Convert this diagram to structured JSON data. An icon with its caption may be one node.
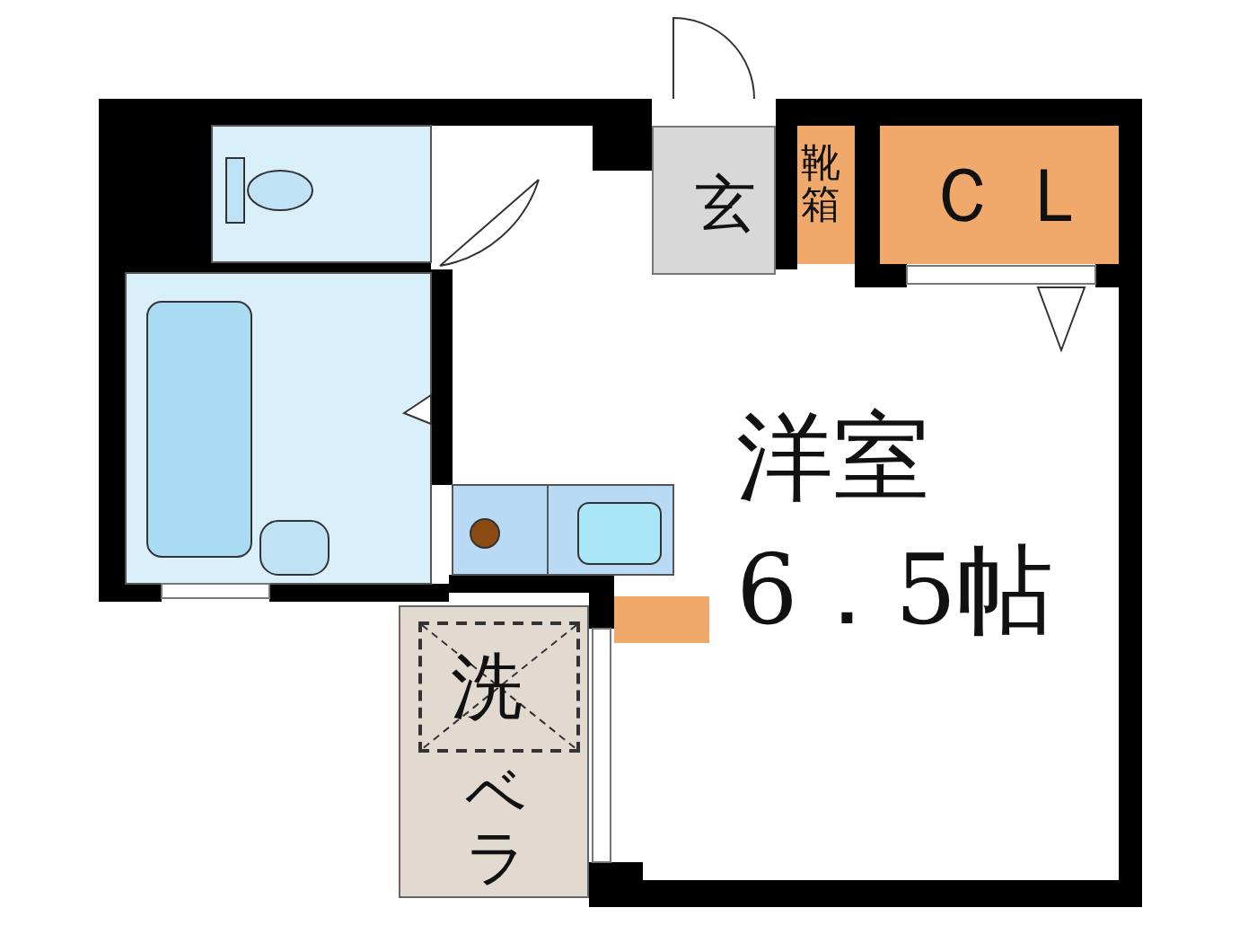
{
  "diagram": {
    "nodes": [
      {
        "text": [
          "玄"
        ]
      },
      {
        "text": [
          "靴箱"
        ]
      },
      {
        "text": [
          "ＣＬ"
        ]
      },
      {
        "text": [
          "洋室",
          "6．5帖"
        ]
      },
      {
        "text": [
          "ベラ"
        ]
      },
      {
        "text": [
          "洗"
        ],
        "in": 4
      }
    ],
    "edges": []
  }
}
